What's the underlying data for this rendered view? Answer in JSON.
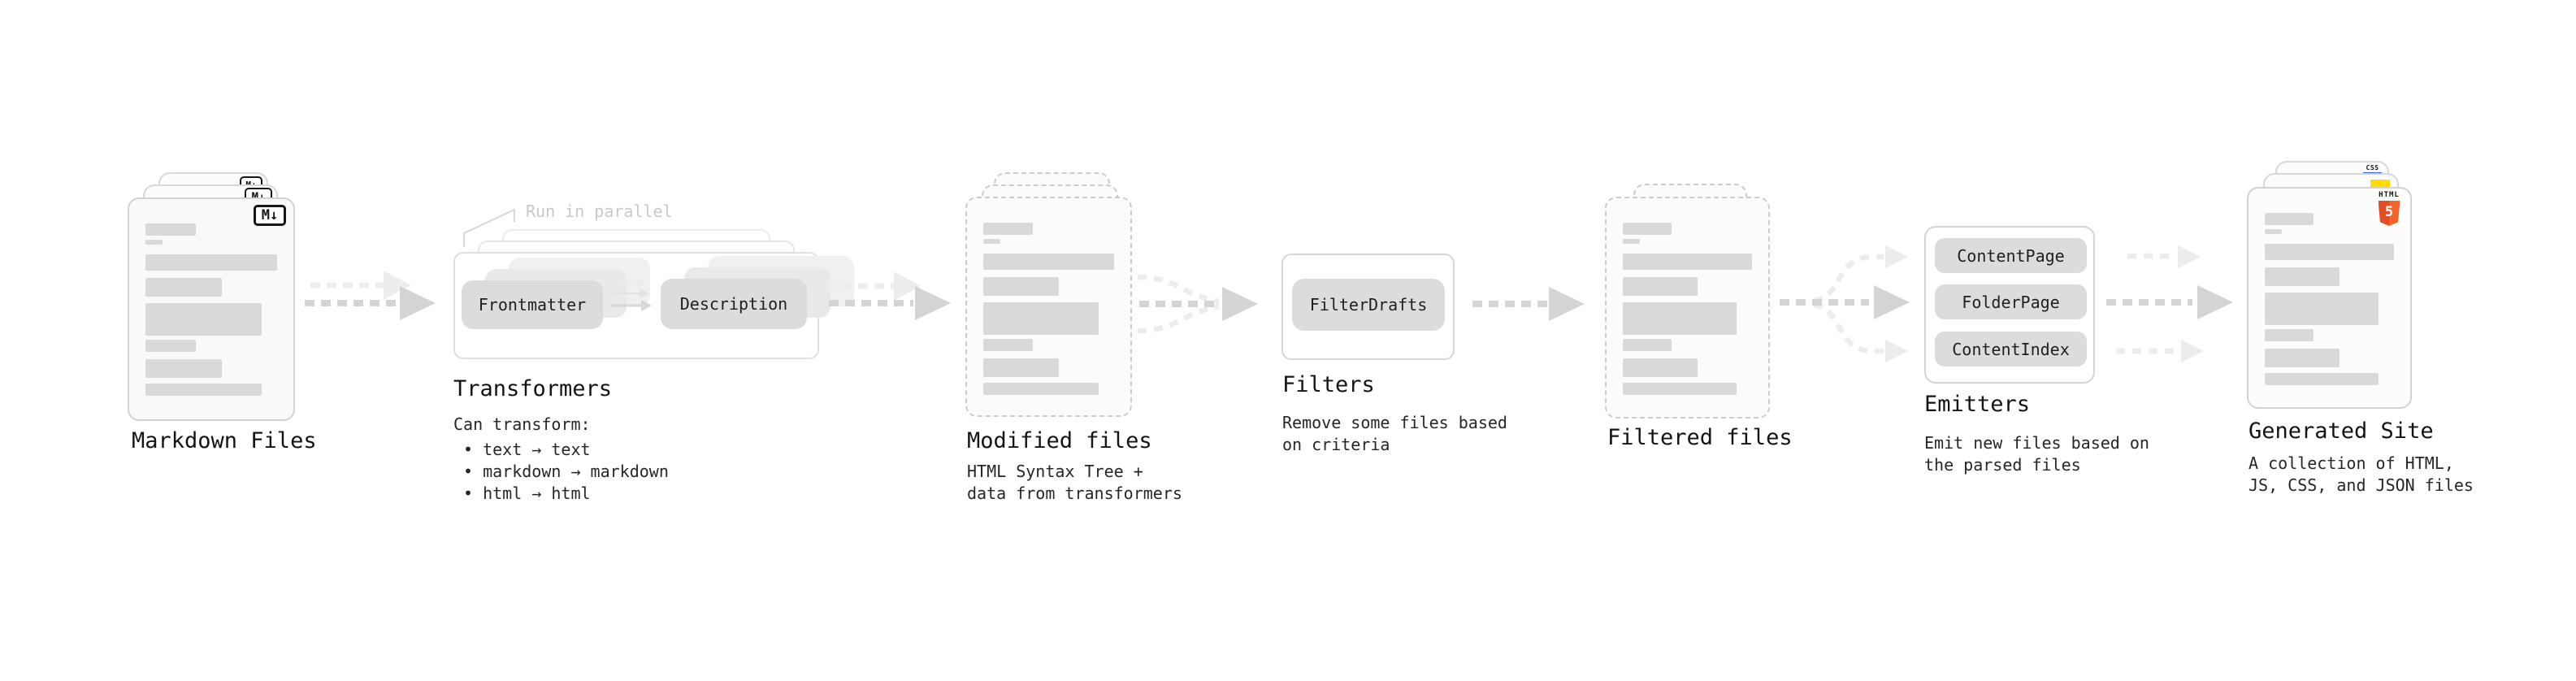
{
  "stages": {
    "markdown_files": {
      "title": "Markdown Files",
      "badge": "M↓"
    },
    "transformers": {
      "title": "Transformers",
      "annotation": "Run in parallel",
      "step_from": "Frontmatter",
      "step_to": "Description",
      "desc_heading": "Can transform:",
      "bullets": [
        "• text → text",
        "• markdown → markdown",
        "• html → html"
      ]
    },
    "modified_files": {
      "title": "Modified files",
      "desc_line1": "HTML Syntax Tree +",
      "desc_line2": "data from transformers"
    },
    "filters": {
      "title": "Filters",
      "item": "FilterDrafts",
      "desc_line1": "Remove some files based",
      "desc_line2": "on criteria"
    },
    "filtered_files": {
      "title": "Filtered files"
    },
    "emitters": {
      "title": "Emitters",
      "items": [
        "ContentPage",
        "FolderPage",
        "ContentIndex"
      ],
      "desc_line1": "Emit new files based on",
      "desc_line2": "the parsed files"
    },
    "generated_site": {
      "title": "Generated Site",
      "desc_line1": "A collection of HTML,",
      "desc_line2": "JS, CSS, and JSON files",
      "badges": {
        "html_word": "HTML",
        "html_number": "5",
        "css": "CSS"
      }
    }
  },
  "colors": {
    "html5_orange": "#e44d26",
    "html5_orange_light": "#f16529",
    "js_yellow": "#ffdb00",
    "css_blue": "#2b65f0",
    "card_bar_gray": "#d9d9d9",
    "arrow_gray": "#d4d4d4"
  }
}
